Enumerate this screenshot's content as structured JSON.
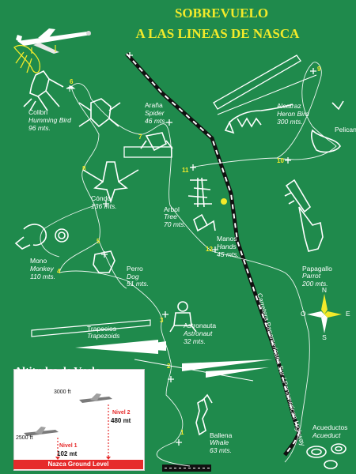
{
  "title": {
    "line1": "SOBREVUELO",
    "line2": "A LAS LINEAS DE NASCA"
  },
  "highway_label": "Carretera Panamericana Sur / Panamerican Highway",
  "figures": [
    {
      "id": "colibri",
      "name": "Colibri",
      "english": "Humming Bird",
      "size": "96 mts."
    },
    {
      "id": "arana",
      "name": "Araña",
      "english": "Spider",
      "size": "46 mts."
    },
    {
      "id": "alcatraz",
      "name": "Alcatraz",
      "english": "Heron Bird",
      "size": "300 mts."
    },
    {
      "id": "pelican",
      "name": "Pelican"
    },
    {
      "id": "condor",
      "name": "Cóndor",
      "size": "136 mts."
    },
    {
      "id": "arbol",
      "name": "Arbol",
      "english": "Tree",
      "size": "70 mts."
    },
    {
      "id": "manos",
      "name": "Manos",
      "english": "Hands",
      "size": "45 mts."
    },
    {
      "id": "mono",
      "name": "Mono",
      "english": "Monkey",
      "size": "110 mts."
    },
    {
      "id": "perro",
      "name": "Perro",
      "english": "Dog",
      "size": "51 mts."
    },
    {
      "id": "papagallo",
      "name": "Papagallo",
      "english": "Parrot",
      "size": "200 mts."
    },
    {
      "id": "trapecios",
      "name": "Trapecios",
      "english": "Trapezoids"
    },
    {
      "id": "astronauta",
      "name": "Astronauta",
      "english": "Astronaut",
      "size": "32 mts."
    },
    {
      "id": "ballena",
      "name": "Ballena",
      "english": "Whale",
      "size": "63 mts."
    },
    {
      "id": "acueductos",
      "name": "Acueductos",
      "english": "Acueduct"
    }
  ],
  "route_numbers": [
    "1",
    "2",
    "3",
    "4",
    "5",
    "6",
    "7",
    "8",
    "9",
    "10",
    "11",
    "12"
  ],
  "compass": {
    "n": "N",
    "s": "S",
    "e": "E",
    "w": "O"
  },
  "altitudes": {
    "title": "Altitudes de Vuelo",
    "high_ft": "3000 ft",
    "low_ft": "2500 ft",
    "level1_label": "Nivel 1",
    "level1_value": "102 mt",
    "level2_label": "Nivel 2",
    "level2_value": "480 mt",
    "ground": "Nazca Ground Level"
  },
  "colors": {
    "background": "#1f8a4c",
    "title": "#f2ea2a",
    "route": "#ffffff",
    "ground_bar": "#e62b2b"
  }
}
